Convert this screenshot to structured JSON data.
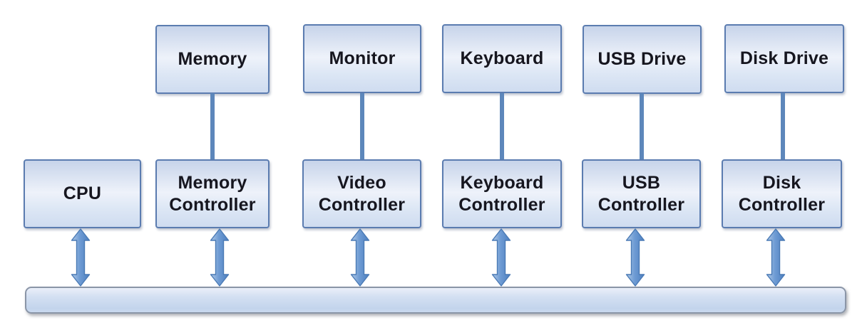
{
  "diagram": {
    "kind": "computer-bus-architecture-block-diagram",
    "cpu": {
      "label": "CPU"
    },
    "columns": [
      {
        "device": "Memory",
        "controller": "Memory\nController"
      },
      {
        "device": "Monitor",
        "controller": "Video\nController"
      },
      {
        "device": "Keyboard",
        "controller": "Keyboard\nController"
      },
      {
        "device": "USB Drive",
        "controller": "USB\nController"
      },
      {
        "device": "Disk Drive",
        "controller": "Disk\nController"
      }
    ],
    "connections": {
      "device_to_controller": "plain-line",
      "controller_to_bus": "double-headed-arrow",
      "cpu_to_bus": "double-headed-arrow"
    },
    "colors": {
      "box_border": "#5b7cb0",
      "box_fill_light": "#eef2fa",
      "box_fill_dark": "#c7d4ea",
      "connector_line": "#5d87bb",
      "arrow_fill_light": "#b0c9e7",
      "arrow_fill_dark": "#4d7fc0",
      "arrow_outline": "#4a7ab5",
      "bus_border": "#8a95a7",
      "bus_fill": "#c3d4ec",
      "text": "#16161f"
    }
  }
}
